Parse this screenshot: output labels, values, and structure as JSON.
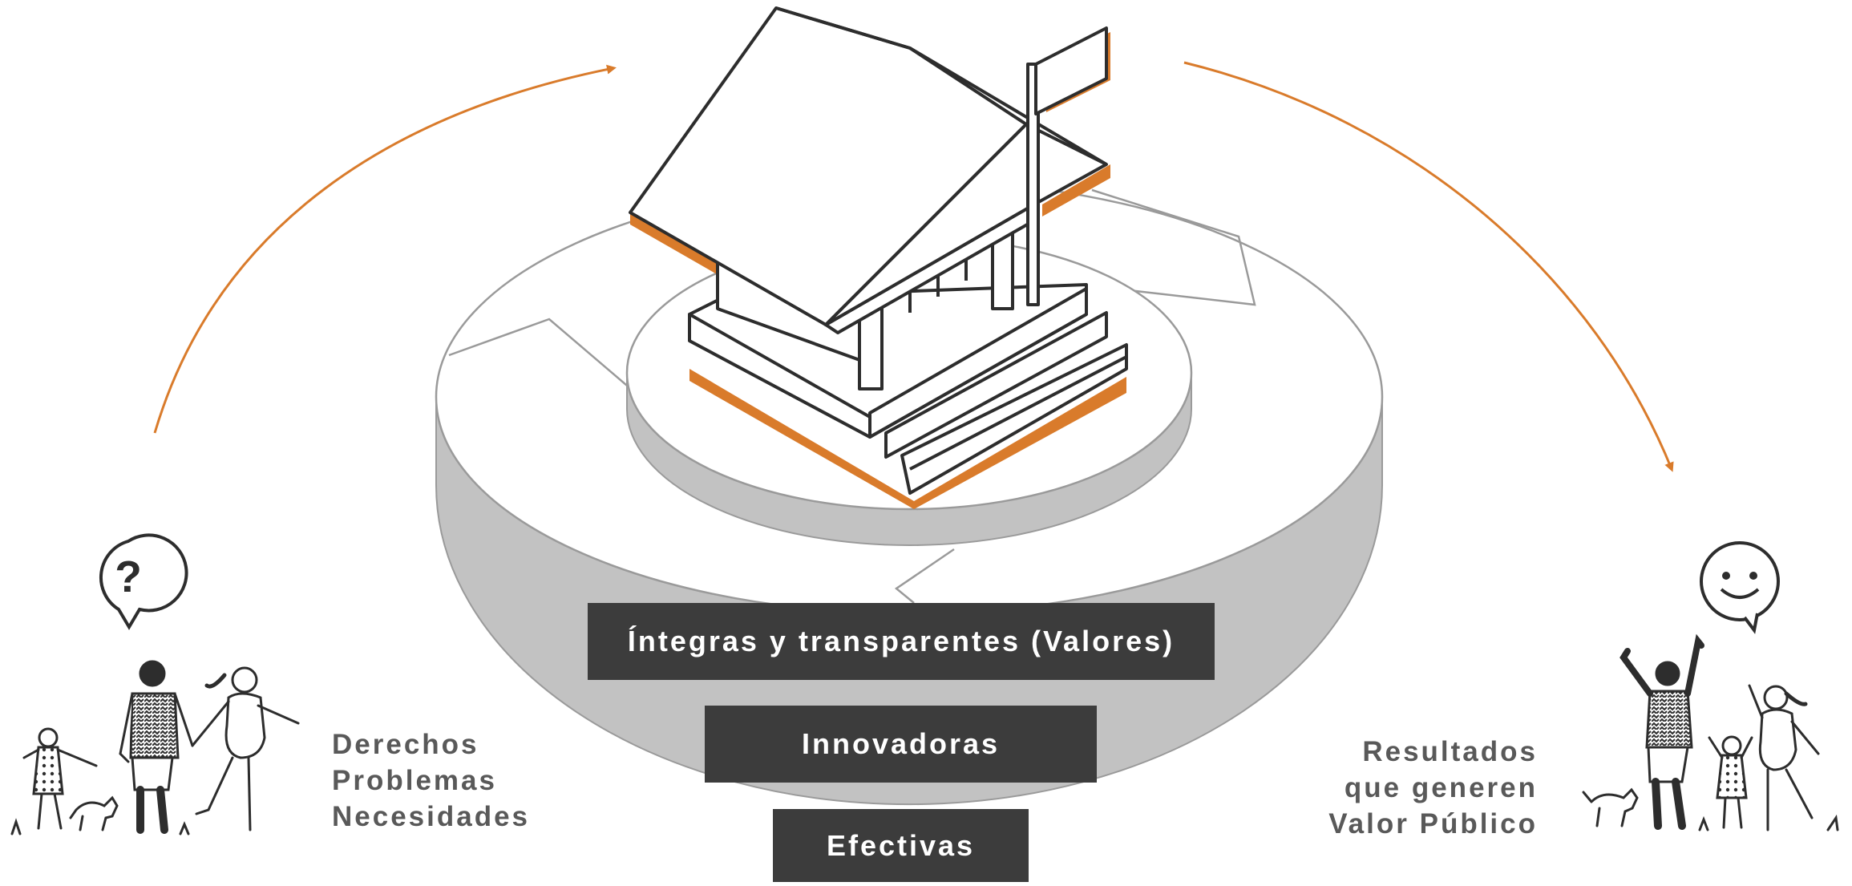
{
  "values": {
    "top": "Íntegras y transparentes (Valores)",
    "middle": "Innovadoras",
    "bottom": "Efectivas"
  },
  "left_group": {
    "lines": [
      "Derechos",
      "Problemas",
      "Necesidades"
    ],
    "bubble_symbol": "?"
  },
  "right_group": {
    "lines": [
      "Resultados",
      "que generen",
      "Valor Público"
    ],
    "bubble_icon": "smiley-face-icon"
  },
  "colors": {
    "accent_orange": "#d97b2b",
    "bar_fill": "#3c3c3c",
    "platform_gray": "#c2c2c2",
    "line_dark": "#2d2d2d",
    "text_gray": "#595959"
  }
}
